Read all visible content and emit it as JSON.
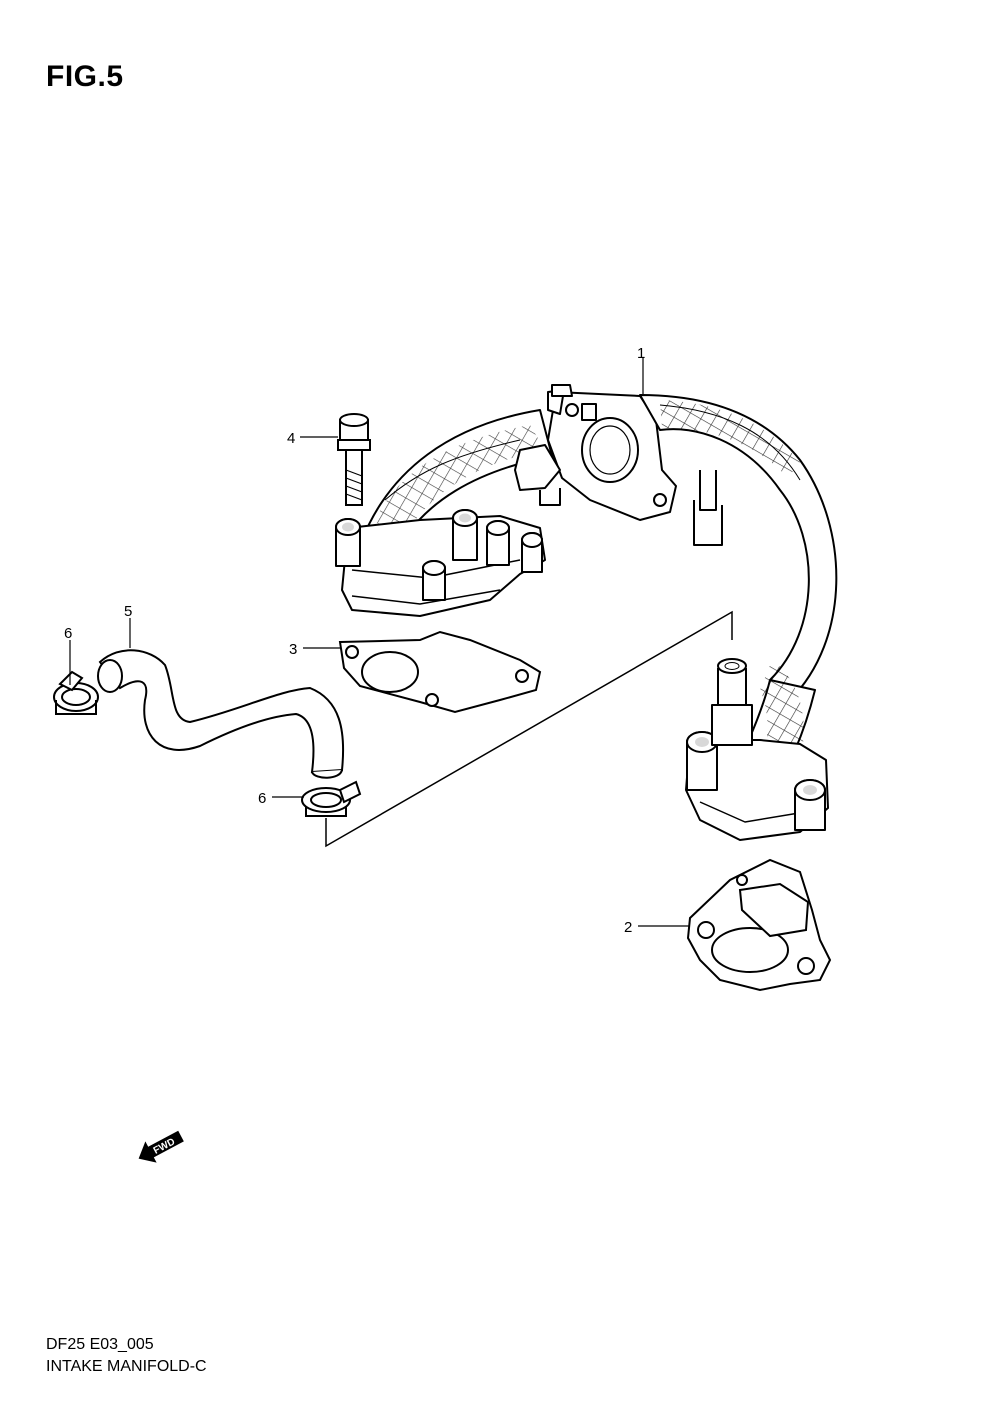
{
  "figure": {
    "title": "FIG.5"
  },
  "callouts": [
    "1",
    "2",
    "3",
    "4",
    "5",
    "6",
    "6"
  ],
  "fwd_marker": {
    "label": "FWD"
  },
  "footer": {
    "code": "DF25  E03_005",
    "name": "INTAKE MANIFOLD-C"
  }
}
